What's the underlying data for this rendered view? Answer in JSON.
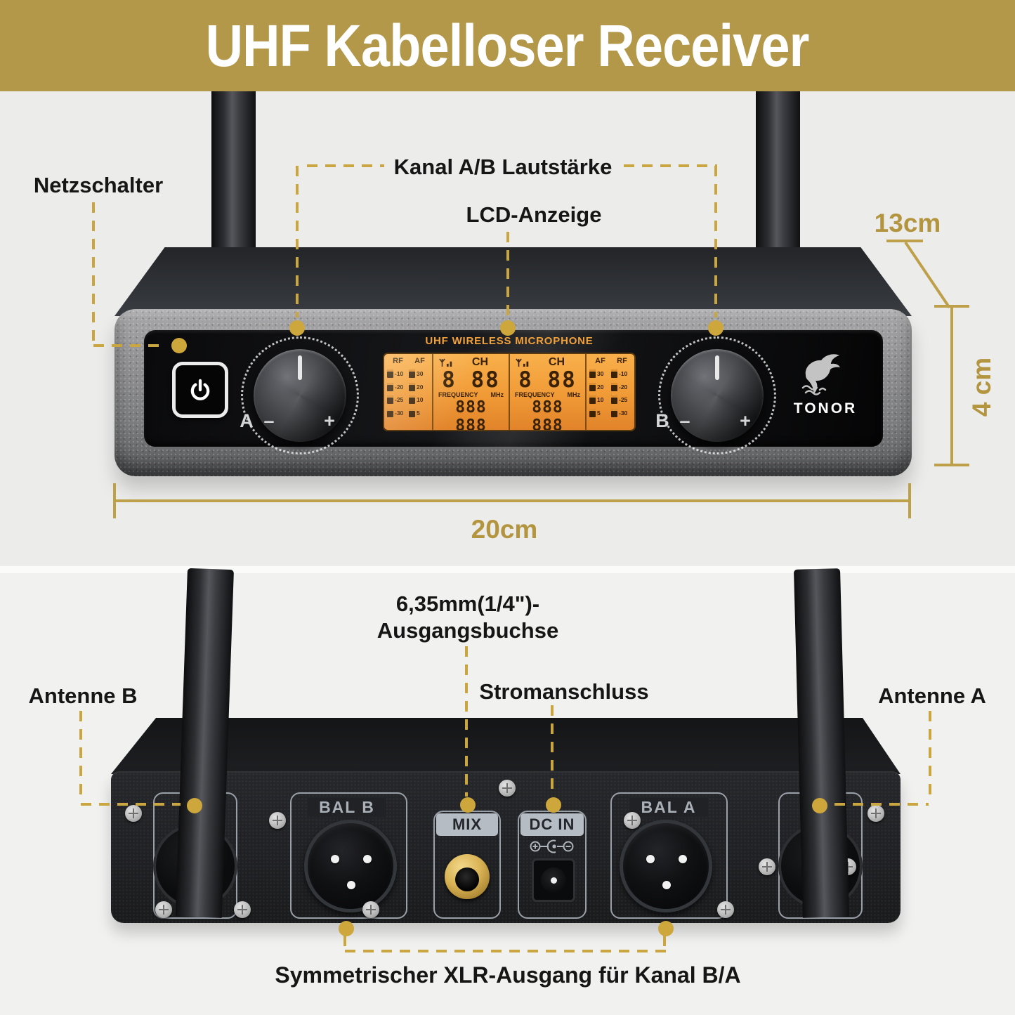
{
  "banner": {
    "title": "UHF Kabelloser Receiver"
  },
  "colors": {
    "banner_bg": "#b3984a",
    "accent_gold": "#c9a63f",
    "lcd_orange": "#f09a36",
    "label_text": "#161616",
    "brand_text": "#ffffff"
  },
  "front_view": {
    "labels": {
      "power_switch": "Netzschalter",
      "channel_volume": "Kanal A/B Lautstärke",
      "lcd_display": "LCD-Anzeige"
    },
    "dimensions": {
      "depth": "13cm",
      "height": "4 cm",
      "width": "20cm"
    },
    "panel": {
      "display_title": "UHF WIRELESS MICROPHONE",
      "brand": "TONOR",
      "knob_a": {
        "label": "A",
        "minus": "–",
        "plus": "+"
      },
      "knob_b": {
        "label": "B",
        "minus": "–",
        "plus": "+"
      },
      "lcd": {
        "meters_left": {
          "rf_label": "RF",
          "af_label": "AF",
          "rf_values": [
            "-10",
            "-20",
            "-25",
            "-30"
          ],
          "af_values": [
            "30",
            "20",
            "10",
            "5"
          ]
        },
        "meters_right": {
          "af_label": "AF",
          "rf_label": "RF",
          "af_values": [
            "30",
            "20",
            "10",
            "5"
          ],
          "rf_values": [
            "-10",
            "-20",
            "-25",
            "-30"
          ]
        },
        "channel_a": {
          "ch_label": "CH",
          "ch_digits": "8 88",
          "freq_label": "FREQUENCY",
          "unit": "MHz",
          "freq_digits": "888 888"
        },
        "channel_b": {
          "ch_label": "CH",
          "ch_digits": "8 88",
          "freq_label": "FREQUENCY",
          "unit": "MHz",
          "freq_digits": "888 888"
        }
      }
    }
  },
  "rear_view": {
    "labels": {
      "output_jack_line1": "6,35mm(1/4\")-",
      "output_jack_line2": "Ausgangsbuchse",
      "power_connector": "Stromanschluss",
      "antenna_b": "Antenne B",
      "antenna_a": "Antenne A",
      "xlr_output": "Symmetrischer XLR-Ausgang für Kanal B/A"
    },
    "ports": {
      "bal_b": "BAL B",
      "mix": "MIX",
      "dc_in": "DC IN",
      "bal_a": "BAL A"
    }
  }
}
